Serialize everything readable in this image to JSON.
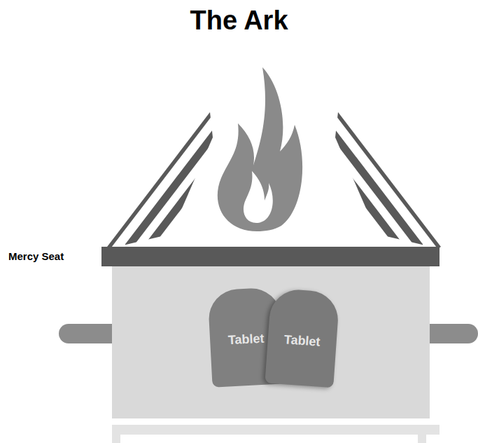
{
  "diagram": {
    "title": "The Ark",
    "nodes": [
      {
        "text": [
          "Tablet"
        ]
      },
      {
        "text": [
          "Tablet"
        ]
      }
    ],
    "labels": [
      "Mercy Seat"
    ]
  }
}
